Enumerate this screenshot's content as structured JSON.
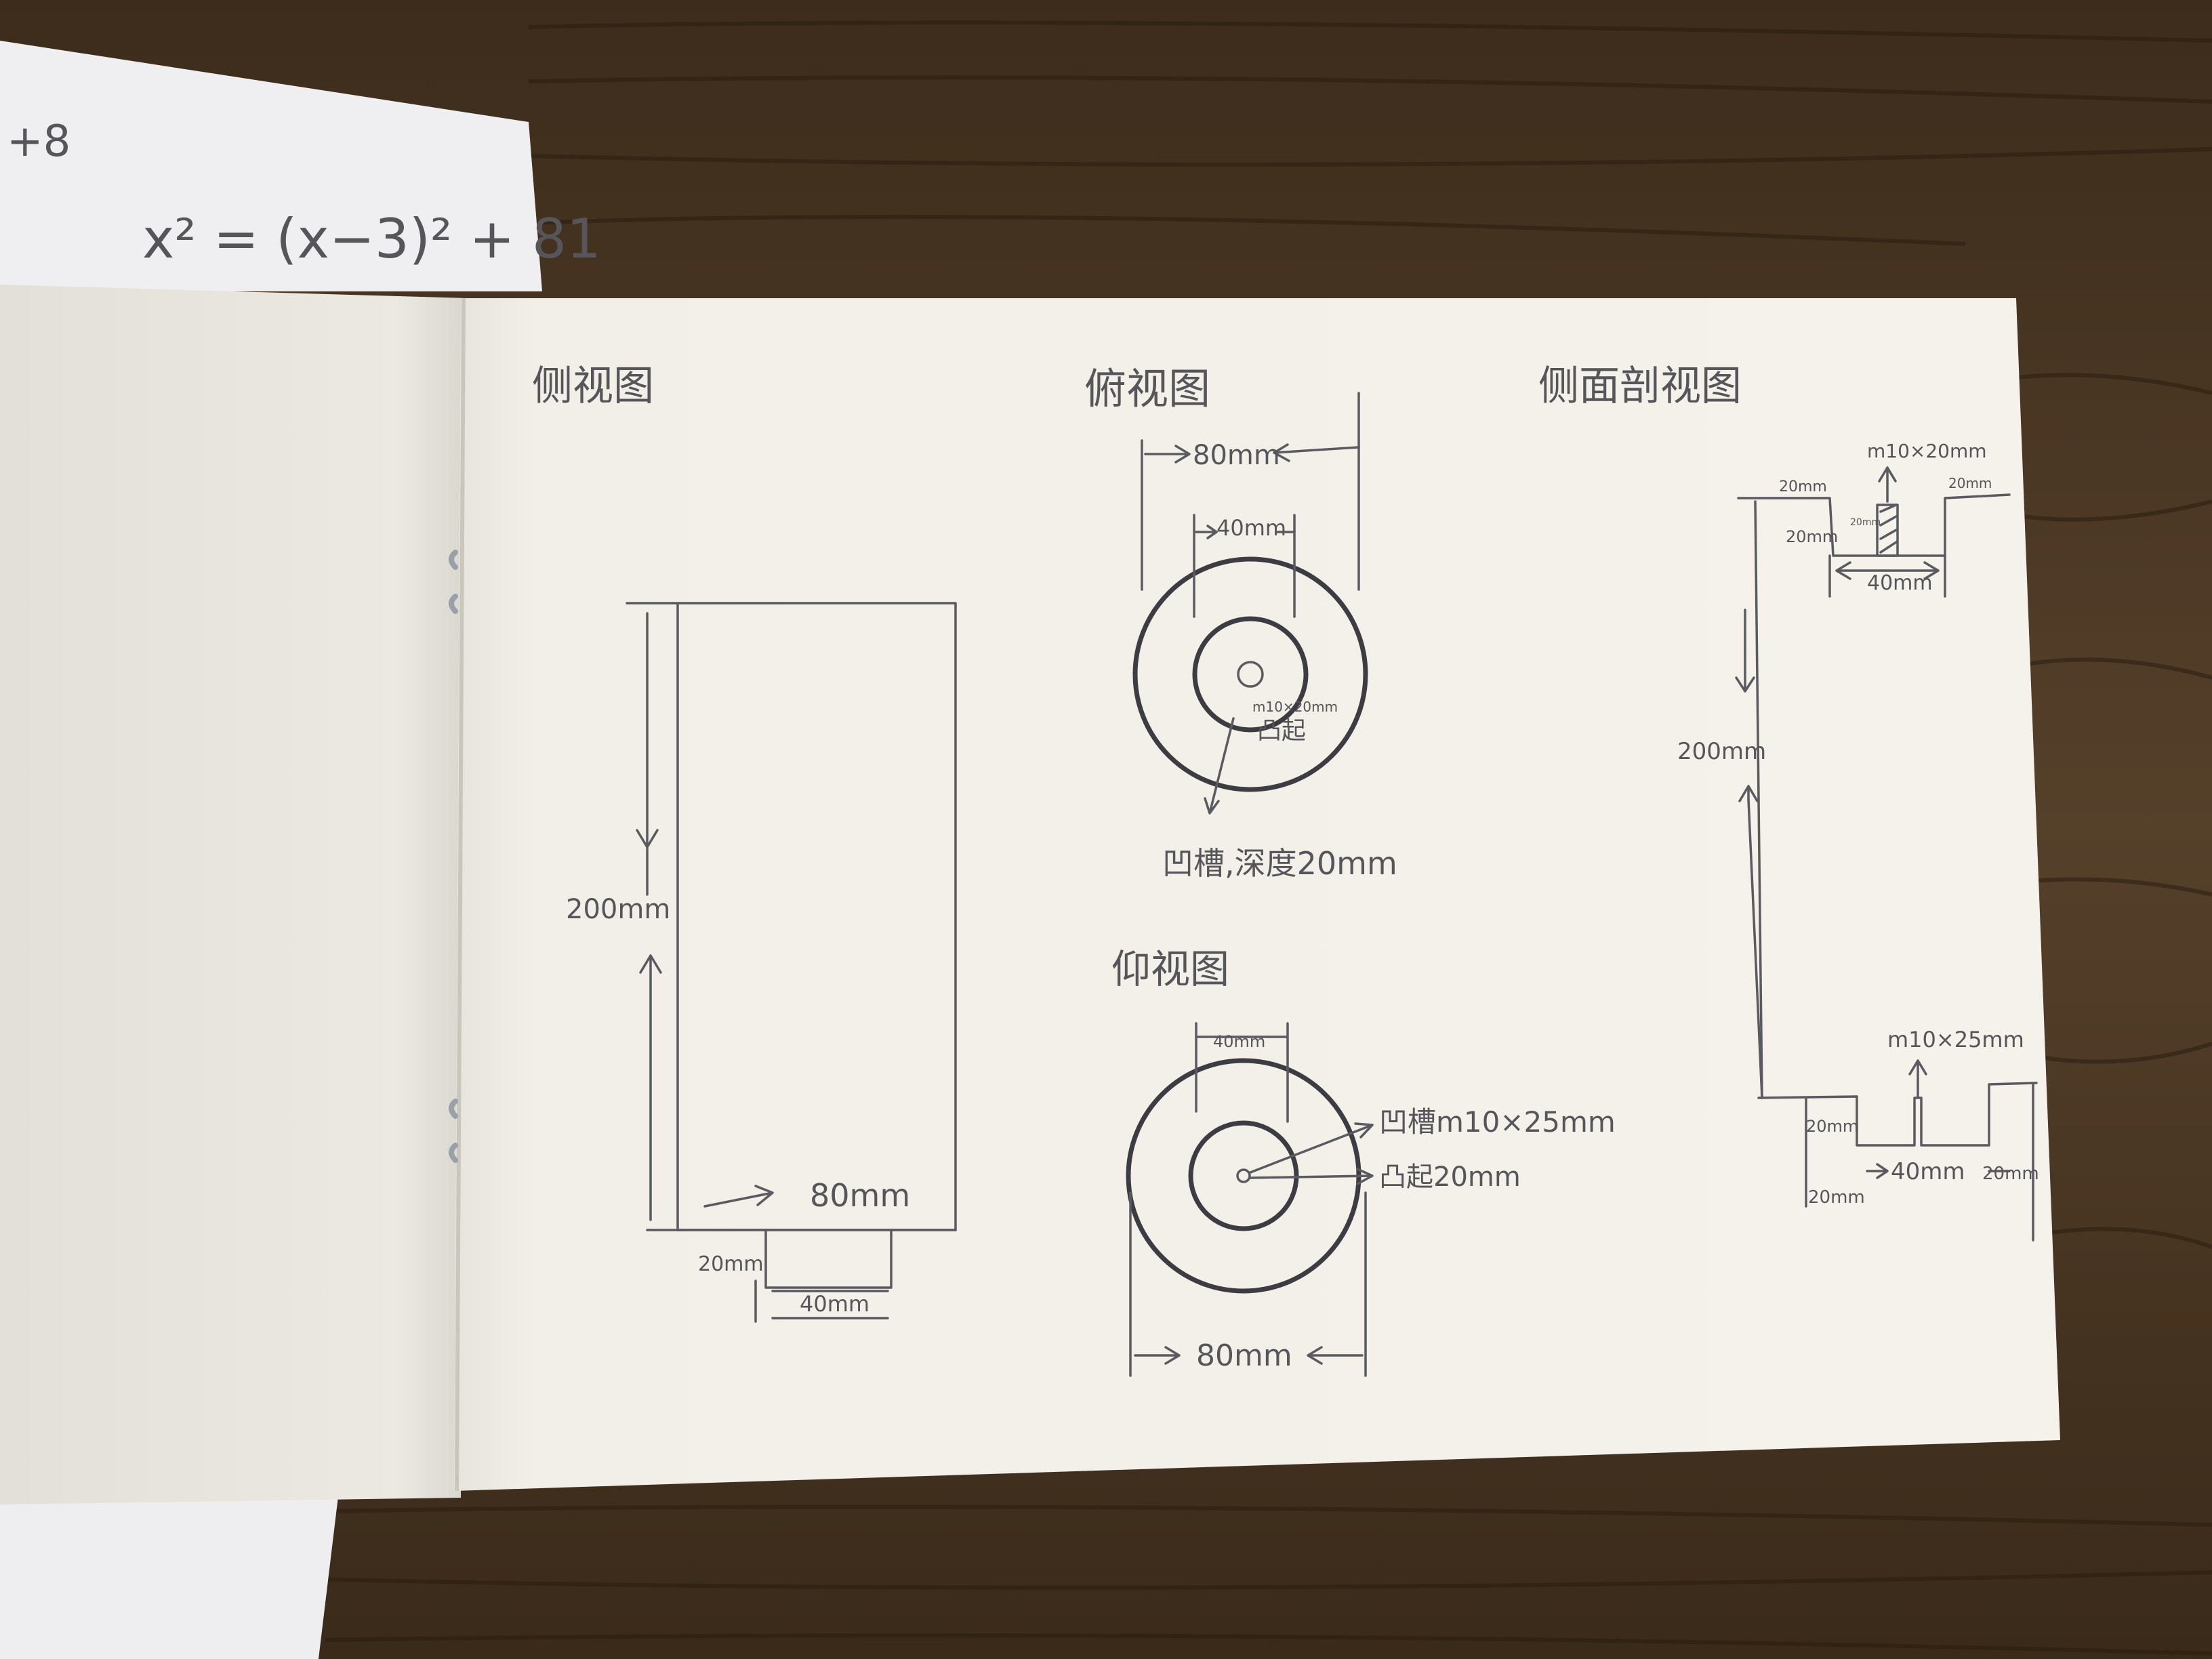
{
  "back_sheet": {
    "equation_fragment": "+8",
    "equation": "x² = (x−3)² + 81"
  },
  "views": {
    "front": {
      "title": "侧视图",
      "height_label": "200mm",
      "width_label": "80mm",
      "step_height_label": "20mm",
      "step_width_label": "40mm"
    },
    "top": {
      "title": "俯视图",
      "diameter_label": "80mm",
      "inner_label": "40mm",
      "center_note": "m10×20mm",
      "boss_label": "凸起",
      "groove_label": "凹槽,深度20mm"
    },
    "bottom": {
      "title": "仰视图",
      "inner_label": "40mm",
      "diameter_label": "80mm",
      "groove_label": "凹槽m10×25mm",
      "boss_label": "凸起20mm"
    },
    "section": {
      "title": "侧面剖视图",
      "top_thread_label": "m10×20mm",
      "top_left_label": "20mm",
      "top_right_label": "20mm",
      "top_small_label": "20mm",
      "top_depth_label": "20mm",
      "top_width_label": "40mm",
      "height_label": "200mm",
      "bottom_thread_label": "m10×25mm",
      "bottom_depth_label": "20mm",
      "bottom_width_label": "40mm",
      "bottom_left_label": "20mm",
      "bottom_right_label": "20mm"
    }
  },
  "colors": {
    "wood": "#4a3622",
    "paper": "#f1efe6",
    "pencil": "#55555a"
  }
}
